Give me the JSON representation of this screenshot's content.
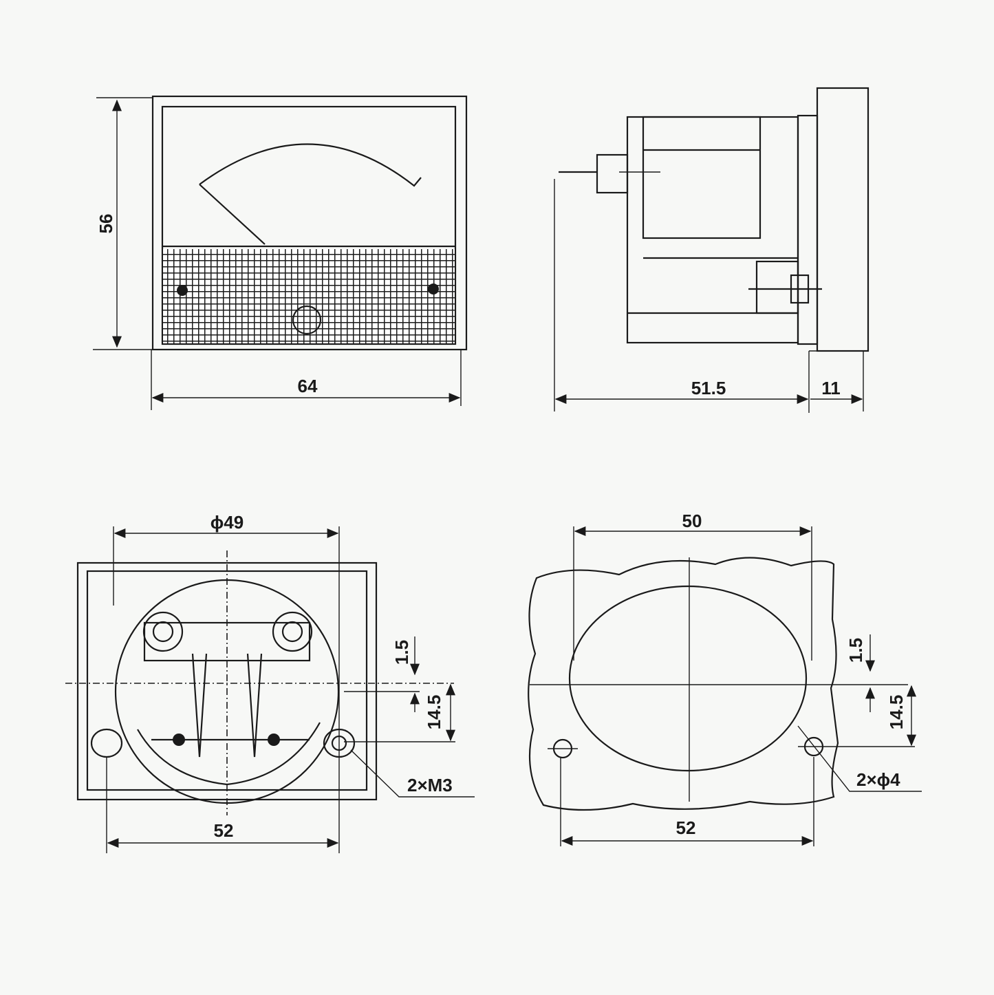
{
  "front_view": {
    "height_label": "56",
    "width_label": "64"
  },
  "side_view": {
    "depth_label": "51.5",
    "panel_label": "11"
  },
  "rear_view": {
    "diameter_label": "ϕ49",
    "offset_label": "1.5",
    "hole_offset_label": "14.5",
    "screw_label": "2×M3",
    "hole_spacing_label": "52"
  },
  "cutout_view": {
    "width_label": "50",
    "offset_label": "1.5",
    "hole_offset_label": "14.5",
    "hole_label": "2×ϕ4",
    "hole_spacing_label": "52"
  }
}
